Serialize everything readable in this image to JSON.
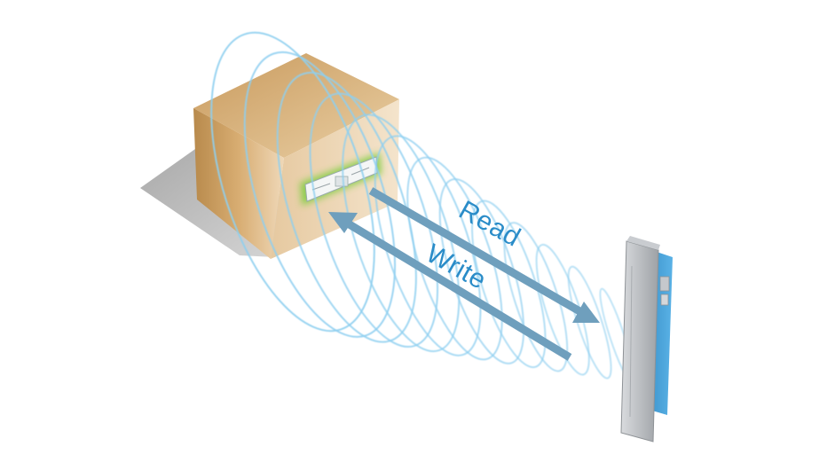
{
  "labels": {
    "read": "Read",
    "write": "Write"
  },
  "colors": {
    "field_waves": "#8ecff0",
    "arrow": "#6f9fbd",
    "label_text": "#2a8cc8",
    "box_front": "#c89a5c",
    "box_top": "#dcb27a",
    "box_side": "#a57840",
    "tag_glow": "#8fd04f",
    "reader_body": "#3f9bd4",
    "reader_frame": "#b9bcc0"
  },
  "icons": {
    "package": "cardboard-box",
    "tag": "rfid-tag",
    "reader": "rfid-reader-antenna"
  }
}
